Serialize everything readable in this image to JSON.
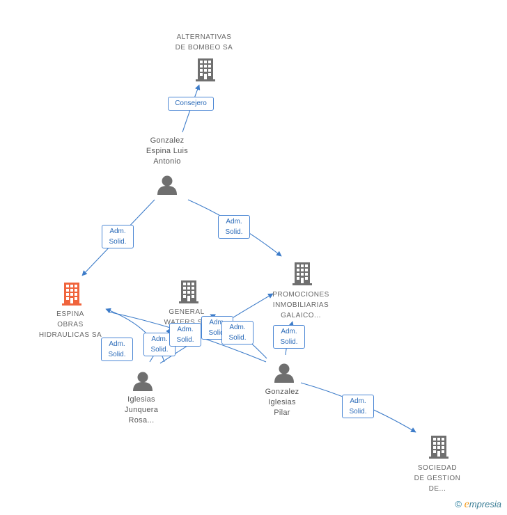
{
  "colors": {
    "edge": "#3d7cc9",
    "icon": "#6f6f6f",
    "highlight": "#f0643c"
  },
  "nodes": {
    "alternativas": {
      "label": "ALTERNATIVAS\nDE BOMBEO SA",
      "icon": "building-icon"
    },
    "gonzalez_luis": {
      "label": "Gonzalez\nEspina Luis\nAntonio",
      "icon": "person-icon"
    },
    "espina": {
      "label": "ESPINA\nOBRAS\nHIDRAULICAS SA",
      "icon": "building-icon"
    },
    "general_waters": {
      "label": "GENERAL\nWATERS S...",
      "icon": "building-icon"
    },
    "promociones": {
      "label": "PROMOCIONES\nINMOBILIARIAS\nGALAICO...",
      "icon": "building-icon"
    },
    "iglesias_rosa": {
      "label": "Iglesias\nJunquera\nRosa...",
      "icon": "person-icon"
    },
    "gonzalez_pilar": {
      "label": "Gonzalez\nIglesias\nPilar",
      "icon": "person-icon"
    },
    "sociedad": {
      "label": "SOCIEDAD\nDE GESTION\nDE...",
      "icon": "building-icon"
    }
  },
  "edges": [
    {
      "label": "Consejero"
    },
    {
      "label": "Adm.\nSolid."
    },
    {
      "label": "Adm.\nSolid."
    },
    {
      "label": "Adm.\nSolid."
    },
    {
      "label": "Adm.\nSolid."
    },
    {
      "label": "Adm.\nSolid."
    },
    {
      "label": "Adm.\nSolid."
    },
    {
      "label": "Adm.\nSolid."
    },
    {
      "label": "Adm.\nSolid."
    },
    {
      "label": "Adm.\nSolid."
    }
  ],
  "footer": {
    "copyright_symbol": "©",
    "brand_initial": "e",
    "brand_rest": "mpresia"
  }
}
